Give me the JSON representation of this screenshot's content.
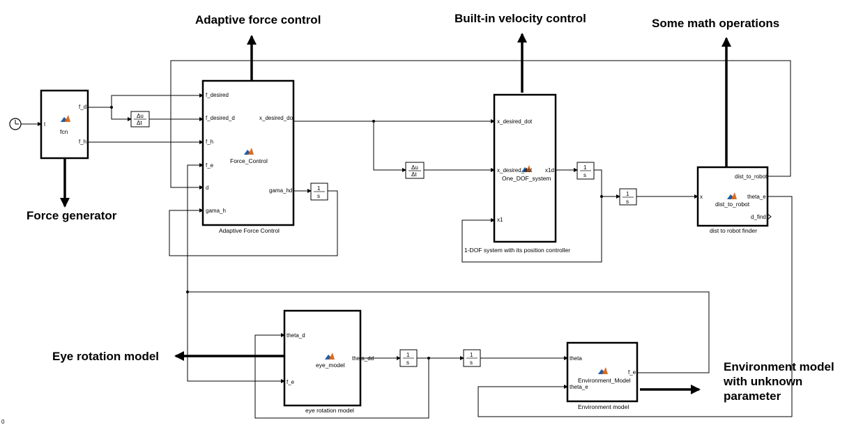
{
  "annotations": {
    "adaptive": "Adaptive force control",
    "velocity": "Built-in velocity control",
    "math": "Some math operations",
    "forcegen": "Force generator",
    "eye": "Eye rotation model",
    "env_line1": "Environment model",
    "env_line2": "with unknown",
    "env_line3": "parameter"
  },
  "blocks": {
    "fcn": {
      "name": "fcn",
      "in_t": "t",
      "out_fd": "f_d",
      "out_fh": "f_h"
    },
    "force": {
      "name": "Force_Control",
      "caption": "Adaptive Force Control",
      "in_f_desired": "f_desired",
      "in_f_desired_d": "f_desired_d",
      "in_f_h": "f_h",
      "in_f_e": "f_e",
      "in_d": "d",
      "in_gama_h": "gama_h",
      "out_x": "x_desired_dot",
      "out_gama": "gama_hd"
    },
    "dof": {
      "name": "One_DOF_system",
      "caption": "1-DOF system with its position controller",
      "in_xdd1": "x_desired_dot",
      "in_xdd2": "x_desired_dot",
      "in_x1": "x1",
      "out_x1d": "x1d"
    },
    "dist": {
      "name": "dist_to_robot",
      "caption": "dist to robot finder",
      "in_x": "x",
      "out_dist": "dist_to_robot",
      "out_theta": "theta_e",
      "out_dfind": "d_find"
    },
    "eye": {
      "name": "eye_model",
      "caption": "eye rotation model",
      "in_theta_d": "theta_d",
      "in_f_e": "f_e",
      "out": "theta_dd"
    },
    "env": {
      "name": "Environment_Model",
      "caption": "Environment model",
      "in_theta": "theta",
      "in_theta_e": "theta_e",
      "out": "f_e"
    }
  },
  "small": {
    "deriv_top": "Δu",
    "deriv_bot": "Δt",
    "int_top": "1",
    "int_bot": "s"
  },
  "corner_text": "0",
  "colors": {
    "line": "#000000",
    "matlab_icon_blue": "#1f5fa8",
    "matlab_icon_orange": "#e06a1b"
  }
}
